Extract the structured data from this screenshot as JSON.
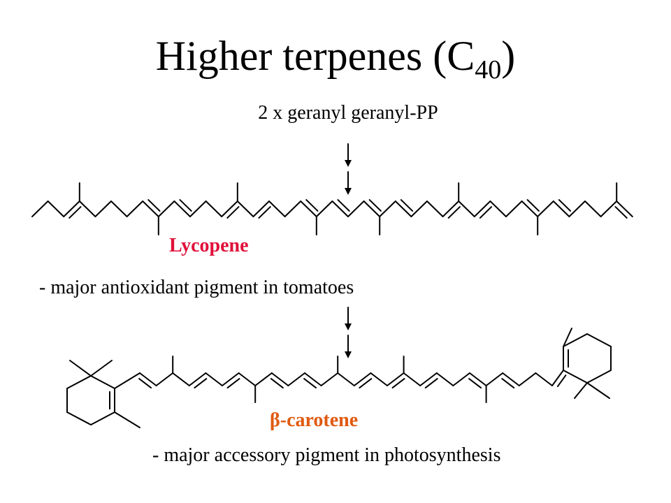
{
  "slide": {
    "title_main": "Higher terpenes (C",
    "title_sub": "40",
    "title_close": ")",
    "subtitle": "2 x geranyl geranyl-PP",
    "lycopene": {
      "name": "Lycopene",
      "description": "- major antioxidant pigment in tomatoes"
    },
    "carotene": {
      "name": "β-carotene",
      "description": "- major accessory pigment in photosynthesis"
    }
  },
  "colors": {
    "lycopene_label": "#e0103a",
    "carotene_label": "#e05a10",
    "structure_lines": "#000000"
  },
  "icons": [
    "arrow-down-icon",
    "arrow-down-icon",
    "arrow-down-icon",
    "arrow-down-icon"
  ]
}
